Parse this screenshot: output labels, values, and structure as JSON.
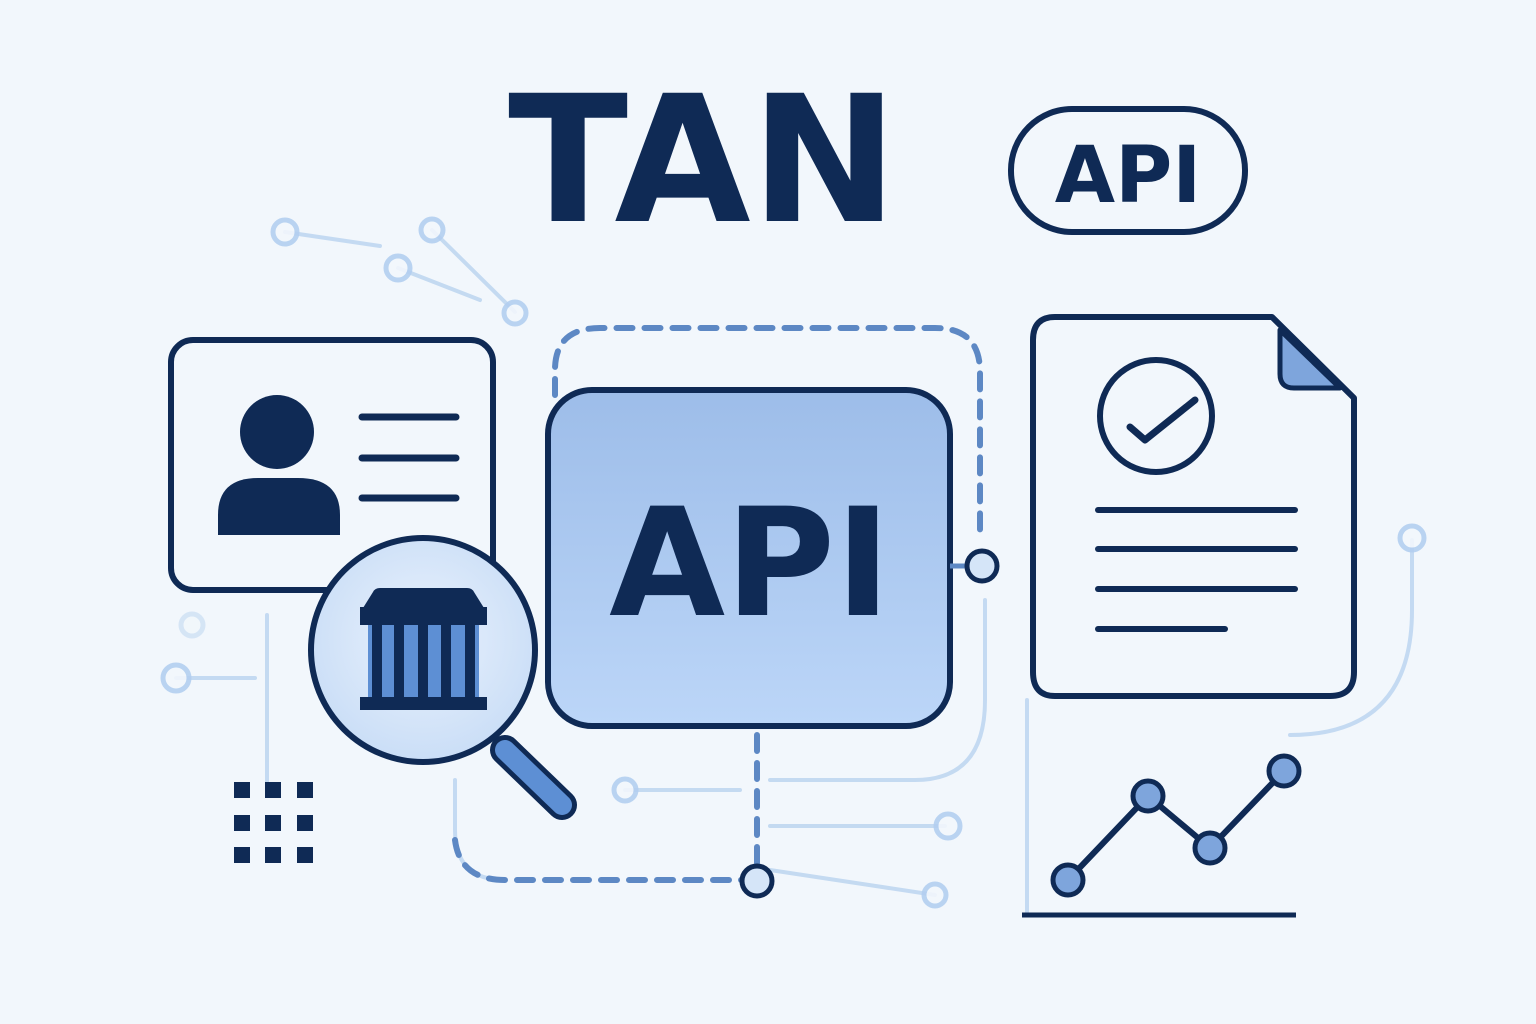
{
  "title": "TAN",
  "badge": {
    "label": "API"
  },
  "hub": {
    "label": "API"
  },
  "colors": {
    "background": "#f2f7fc",
    "navy": "#0f2a55",
    "accent": "#a9c8f0",
    "accent_dark": "#5d8fd4",
    "connector": "#b9d3f0"
  },
  "icons": {
    "id_card": "id-card-icon",
    "bank_search": "bank-magnifier-icon",
    "document": "document-check-icon",
    "chart": "line-chart-icon",
    "grid": "dot-grid-icon"
  }
}
